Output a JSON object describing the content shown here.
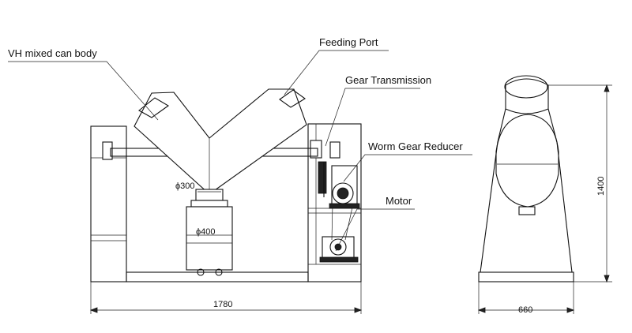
{
  "labels": {
    "can_body": "VH mixed can body",
    "feeding_port": "Feeding Port",
    "gear_transmission": "Gear Transmission",
    "worm_gear_reducer": "Worm Gear Reducer",
    "motor": "Motor"
  },
  "dimensions": {
    "outlet_diameter": "ϕ300",
    "container_diameter": "ϕ400",
    "overall_length": "1780",
    "overall_width": "660",
    "overall_height": "1400"
  }
}
